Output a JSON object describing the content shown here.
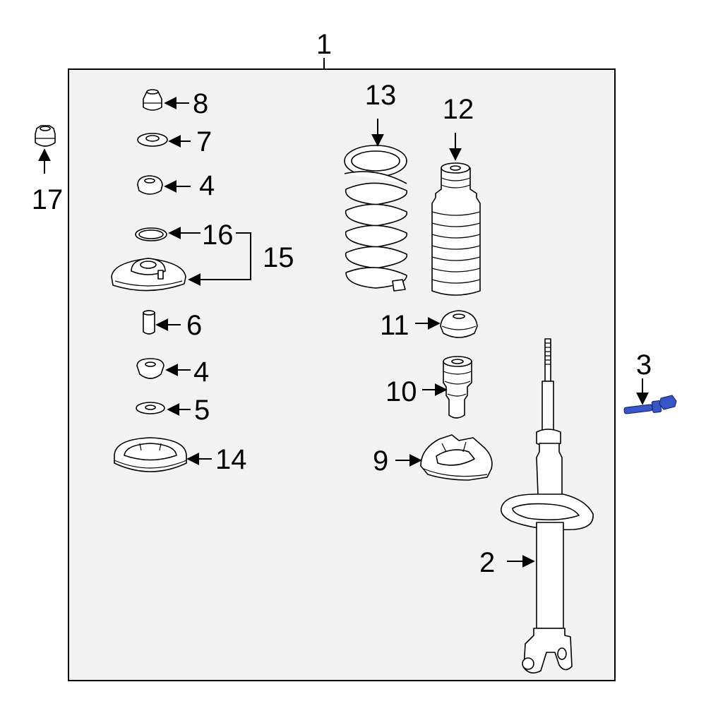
{
  "callouts": {
    "c1": "1",
    "c2": "2",
    "c3": "3",
    "c4a": "4",
    "c4b": "4",
    "c5": "5",
    "c6": "6",
    "c7": "7",
    "c8": "8",
    "c9": "9",
    "c10": "10",
    "c11": "11",
    "c12": "12",
    "c13": "13",
    "c14": "14",
    "c15": "15",
    "c16": "16",
    "c17": "17"
  },
  "colors": {
    "background": "#ffffff",
    "panel": "#f2f2f2",
    "line": "#000000",
    "highlight_part": "#3855c8"
  },
  "highlighted_part": "3"
}
